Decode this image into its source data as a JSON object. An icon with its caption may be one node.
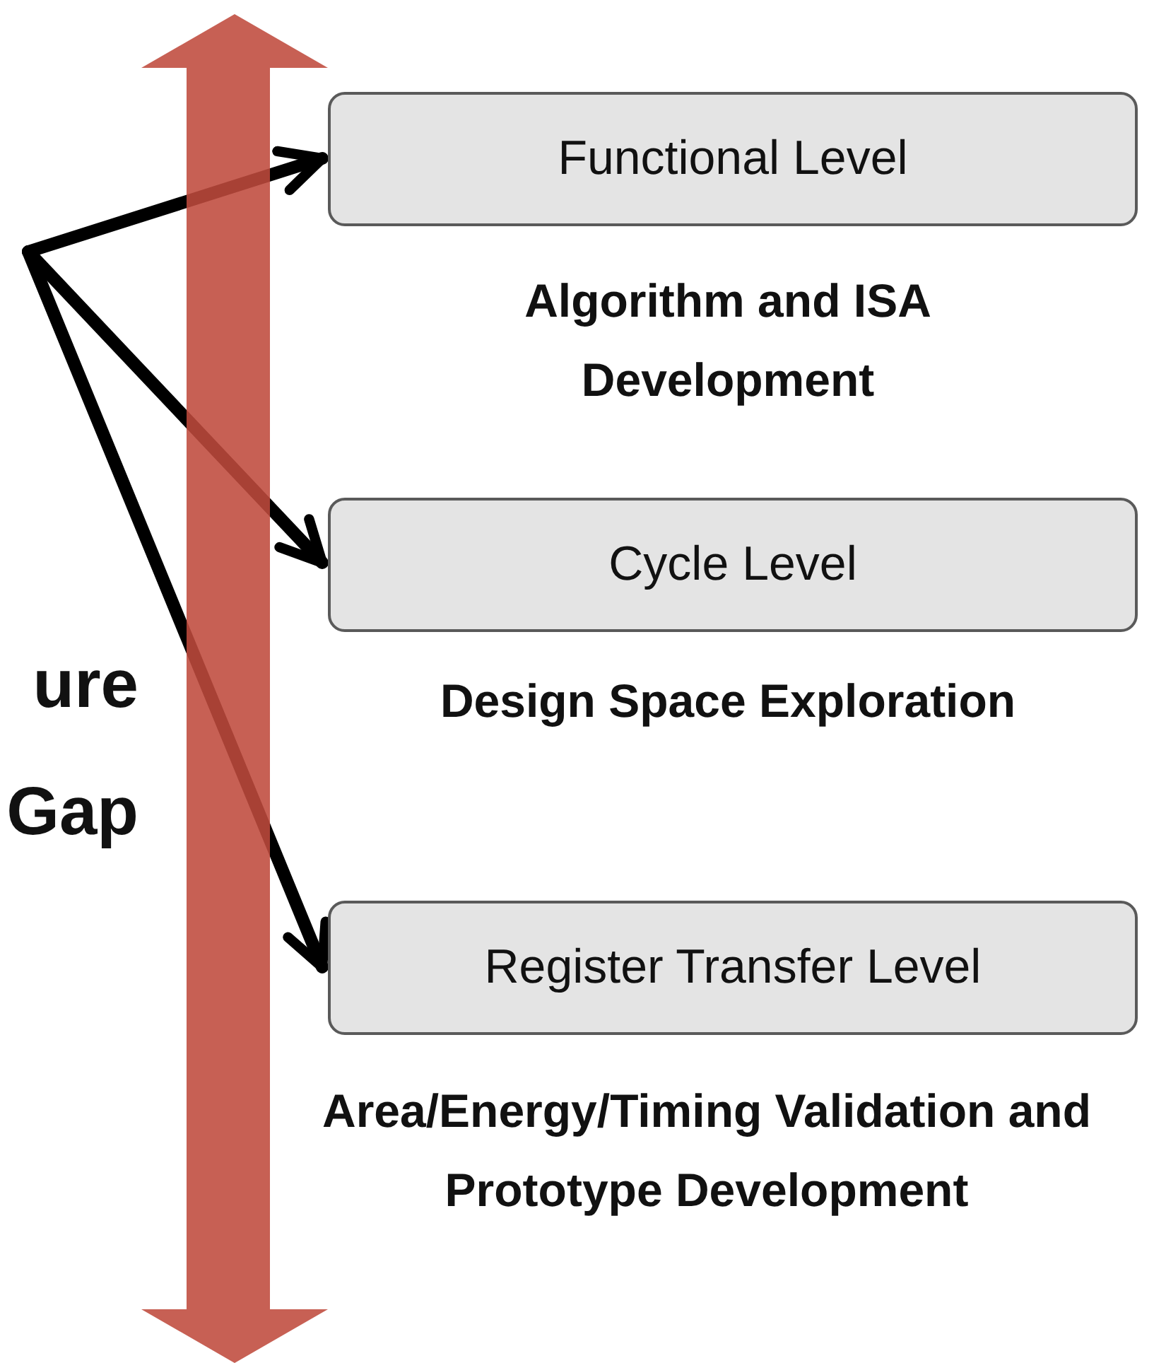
{
  "diagram": {
    "nodes": [
      {
        "text": [
          "Functional Level"
        ]
      },
      {
        "text": [
          "Cycle Level"
        ]
      },
      {
        "text": [
          "Register Transfer Level"
        ]
      }
    ],
    "edges": [
      {
        "from": null,
        "to": 0,
        "arrow": "to"
      },
      {
        "from": null,
        "to": 1,
        "arrow": "to"
      },
      {
        "from": null,
        "to": 2,
        "arrow": "to"
      }
    ],
    "labels": [
      "Algorithm and ISA Development",
      "ure Gap",
      "Design Space Exploration",
      "Area/Energy/Timing Validation and Prototype Development"
    ]
  }
}
